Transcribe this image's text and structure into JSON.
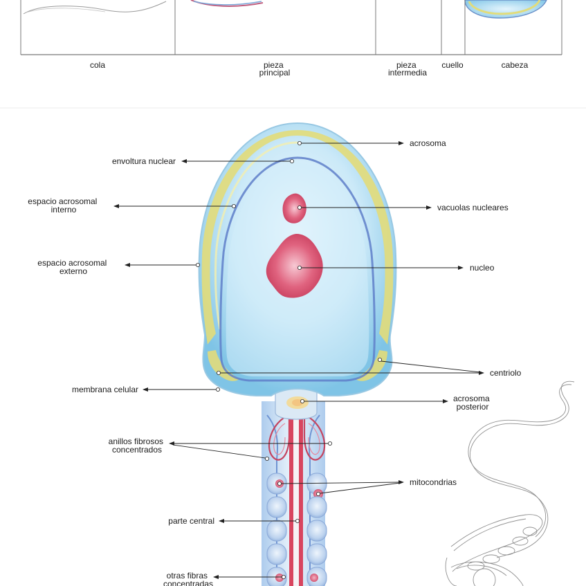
{
  "overview": {
    "segments": [
      {
        "id": "cola",
        "lines": [
          "cola"
        ]
      },
      {
        "id": "pieza-principal",
        "lines": [
          "pieza",
          "principal"
        ]
      },
      {
        "id": "pieza-intermedia",
        "lines": [
          "pieza",
          "intermedia"
        ]
      },
      {
        "id": "cuello",
        "lines": [
          "cuello"
        ]
      },
      {
        "id": "cabeza",
        "lines": [
          "cabeza"
        ]
      }
    ]
  },
  "labels": {
    "acrosoma": [
      "acrosoma"
    ],
    "envoltura_nuclear": [
      "envoltura nuclear"
    ],
    "espacio_acrosomal_interno": [
      "espacio acrosomal",
      "interno"
    ],
    "vacuolas_nucleares": [
      "vacuolas nucleares"
    ],
    "espacio_acrosomal_externo": [
      "espacio acrosomal",
      "externo"
    ],
    "nucleo": [
      "nucleo"
    ],
    "centriolo": [
      "centriolo"
    ],
    "membrana_celular": [
      "membrana celular"
    ],
    "acrosoma_posterior": [
      "acrosoma",
      "posterior"
    ],
    "anillos_fibrosos_concentrados": [
      "anillos fibrosos",
      "concentrados"
    ],
    "mitocondrias": [
      "mitocondrias"
    ],
    "parte_central": [
      "parte central"
    ],
    "otras_fibras_concentradas": [
      "otras fibras",
      "concentradas"
    ]
  },
  "colors": {
    "cytoplasm": "#bfe3f5",
    "acrosome": "#e2dc7a",
    "nuclear_envelope": "#5f7fc9",
    "nucleus": "#d9506f",
    "midpiece": "#c9dcf2",
    "axoneme": "#d8455f"
  }
}
